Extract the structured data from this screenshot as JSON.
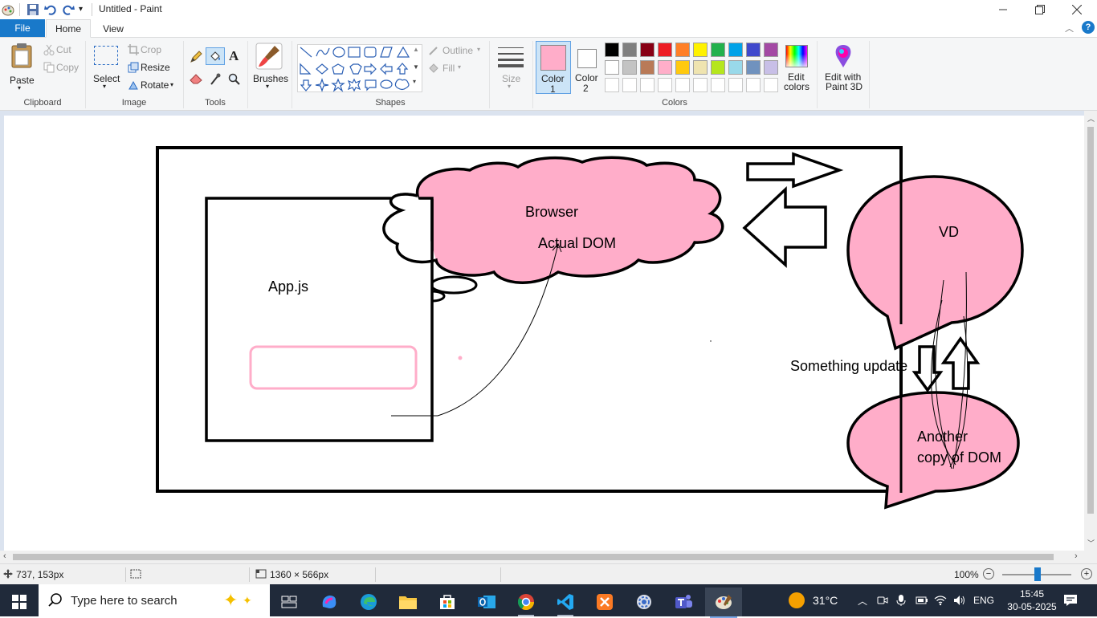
{
  "window": {
    "title": "Untitled - Paint"
  },
  "tabs": {
    "file": "File",
    "home": "Home",
    "view": "View"
  },
  "ribbon": {
    "clipboard": {
      "paste": "Paste",
      "cut": "Cut",
      "copy": "Copy",
      "label": "Clipboard"
    },
    "image": {
      "select": "Select",
      "crop": "Crop",
      "resize": "Resize",
      "rotate": "Rotate",
      "label": "Image"
    },
    "tools": {
      "label": "Tools"
    },
    "brushes": {
      "label": "Brushes"
    },
    "shapes": {
      "outline": "Outline",
      "fill": "Fill",
      "label": "Shapes"
    },
    "size": {
      "label": "Size"
    },
    "colors": {
      "color1": "Color",
      "color1_num": "1",
      "color2": "Color",
      "color2_num": "2",
      "edit_colors": "Edit",
      "edit_colors_2": "colors",
      "paint3d": "Edit with",
      "paint3d_2": "Paint 3D",
      "label": "Colors",
      "color1_value": "#ffadc9",
      "color2_value": "#ffffff",
      "palette_row1": [
        "#000000",
        "#7f7f7f",
        "#880015",
        "#ed1c24",
        "#ff7f27",
        "#fff200",
        "#22b14c",
        "#00a2e8",
        "#3f48cc",
        "#a349a4"
      ],
      "palette_row2": [
        "#ffffff",
        "#c3c3c3",
        "#b97a57",
        "#ffaec9",
        "#ffc90e",
        "#efe4b0",
        "#b5e61d",
        "#99d9ea",
        "#7092be",
        "#c8bfe7"
      ]
    }
  },
  "drawing": {
    "browser": "Browser",
    "actual_dom": "Actual DOM",
    "app_js": "App.js",
    "vd": "VD",
    "something_update": "Something update",
    "another": "Another",
    "copy_of_dom": "copy of DOM"
  },
  "status": {
    "cursor_pos": "737, 153px",
    "canvas_size": "1360 × 566px",
    "zoom": "100%"
  },
  "taskbar": {
    "search_placeholder": "Type here to search",
    "temperature": "31°C",
    "language": "ENG",
    "time": "15:45",
    "date": "30-05-2025"
  }
}
